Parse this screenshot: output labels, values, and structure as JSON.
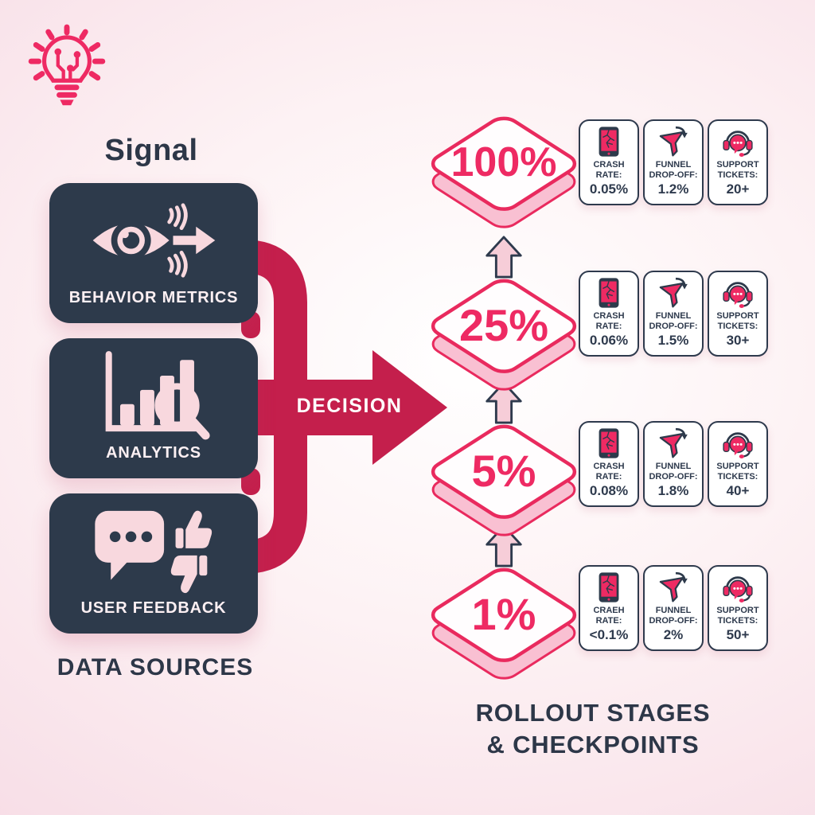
{
  "palette": {
    "navy": "#2d3a4b",
    "crimson": "#c41f4c",
    "pink": "#ee2a63",
    "pink_border": "#e92a5e",
    "pink_light": "#f8d8de",
    "diamond_side": "#f9c0d2",
    "arrow_pink": "#f6cdd8",
    "card_border": "#2e3a4d",
    "text_dark": "#2d3748"
  },
  "logo": {
    "icon": "lightbulb-circuit-icon"
  },
  "left": {
    "title": "Signal",
    "sources": [
      {
        "label": "BEHAVIOR METRICS",
        "icon": "eye-signal-arrow-icon"
      },
      {
        "label": "ANALYTICS",
        "icon": "bar-chart-magnifier-icon"
      },
      {
        "label": "USER FEEDBACK",
        "icon": "speech-bubble-thumbs-icon"
      }
    ],
    "caption": "DATA SOURCES"
  },
  "decision": {
    "label": "DECISION"
  },
  "stages": [
    {
      "percent": "100%",
      "metrics": [
        {
          "icon": "crashed-phone-icon",
          "label_top": "CRASH",
          "label_bottom": "RATE:",
          "value": "0.05%"
        },
        {
          "icon": "funnel-icon",
          "label_top": "FUNNEL",
          "label_bottom": "DROP-OFF:",
          "value": "1.2%"
        },
        {
          "icon": "support-headset-icon",
          "label_top": "SUPPORT",
          "label_bottom": "TICKETS:",
          "value": "20+"
        }
      ]
    },
    {
      "percent": "25%",
      "metrics": [
        {
          "icon": "crashed-phone-icon",
          "label_top": "CRASH",
          "label_bottom": "RATE:",
          "value": "0.06%"
        },
        {
          "icon": "funnel-icon",
          "label_top": "FUNNEL",
          "label_bottom": "DROP-OFF:",
          "value": "1.5%"
        },
        {
          "icon": "support-headset-icon",
          "label_top": "SUPPORT",
          "label_bottom": "TICKETS:",
          "value": "30+"
        }
      ]
    },
    {
      "percent": "5%",
      "metrics": [
        {
          "icon": "crashed-phone-icon",
          "label_top": "CRASH",
          "label_bottom": "RATE:",
          "value": "0.08%"
        },
        {
          "icon": "funnel-icon",
          "label_top": "FUNNEL",
          "label_bottom": "DROP-OFF:",
          "value": "1.8%"
        },
        {
          "icon": "support-headset-icon",
          "label_top": "SUPPORT",
          "label_bottom": "TICKETS:",
          "value": "40+"
        }
      ]
    },
    {
      "percent": "1%",
      "metrics": [
        {
          "icon": "crashed-phone-icon",
          "label_top": "CRAEH",
          "label_bottom": "RATE:",
          "value": "<0.1%"
        },
        {
          "icon": "funnel-icon",
          "label_top": "FUNNEL",
          "label_bottom": "DROP-OFF:",
          "value": "2%"
        },
        {
          "icon": "support-headset-icon",
          "label_top": "SUPPORT",
          "label_bottom": "TICKETS:",
          "value": "50+"
        }
      ]
    }
  ],
  "right_caption": {
    "line1": "ROLLOUT STAGES",
    "line2": "& CHECKPOINTS"
  }
}
